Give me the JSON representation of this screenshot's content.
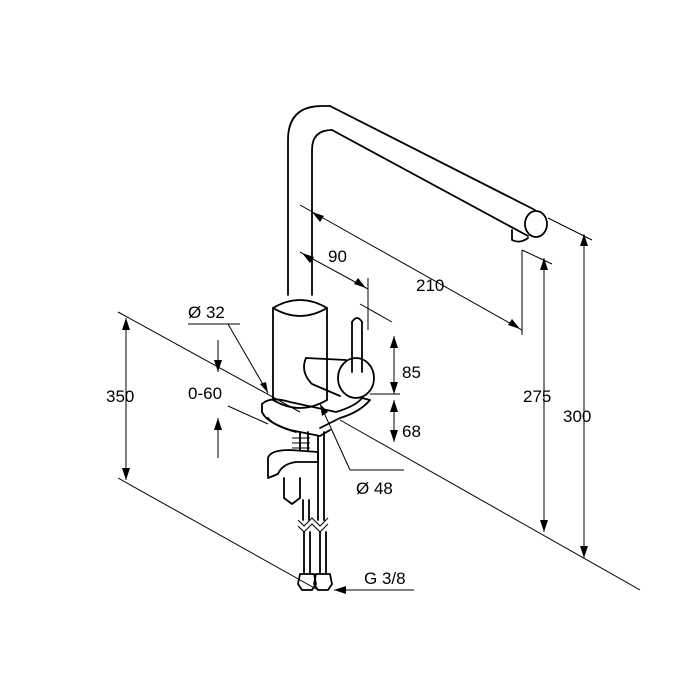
{
  "drawing": {
    "labels": {
      "d90": "90",
      "d210": "210",
      "dia32": "Ø 32",
      "d350": "350",
      "d0_60": "0-60",
      "d85": "85",
      "d68": "68",
      "d275": "275",
      "d300": "300",
      "dia48": "Ø 48",
      "thread": "G 3/8"
    }
  }
}
